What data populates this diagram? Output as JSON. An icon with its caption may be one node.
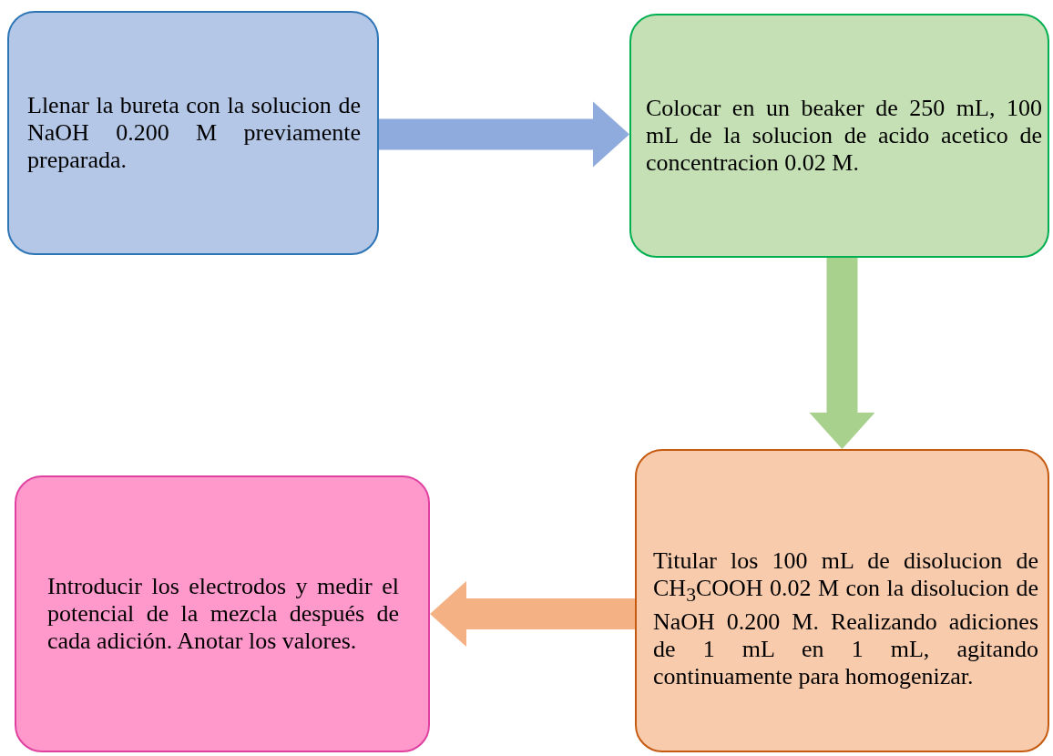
{
  "diagram": {
    "nodes": [
      {
        "text": [
          "Llenar la bureta con la solucion de NaOH 0.200 M previamente preparada."
        ]
      },
      {
        "text": [
          "Colocar en un beaker de 250 mL, 100 mL de la solucion de acido acetico de concentracion 0.02 M."
        ]
      },
      {
        "text": [
          "Titular los 100 mL de disolucion de CH$_{3}$COOH 0.02 M con la disolucion de NaOH 0.200 M. Realizando adiciones de 1 mL en 1 mL, agitando continuamente para homogenizar."
        ]
      },
      {
        "text": [
          "Introducir los electrodos y medir el potencial de la mezcla después de cada adición. Anotar los valores."
        ]
      }
    ],
    "edges": [
      {
        "from": 0,
        "to": 1,
        "arrow": "to",
        "color": "#8faadc"
      },
      {
        "from": 1,
        "to": 2,
        "arrow": "to",
        "color": "#a9d18e"
      },
      {
        "from": 2,
        "to": 3,
        "arrow": "to",
        "color": "#f4b183"
      }
    ]
  }
}
